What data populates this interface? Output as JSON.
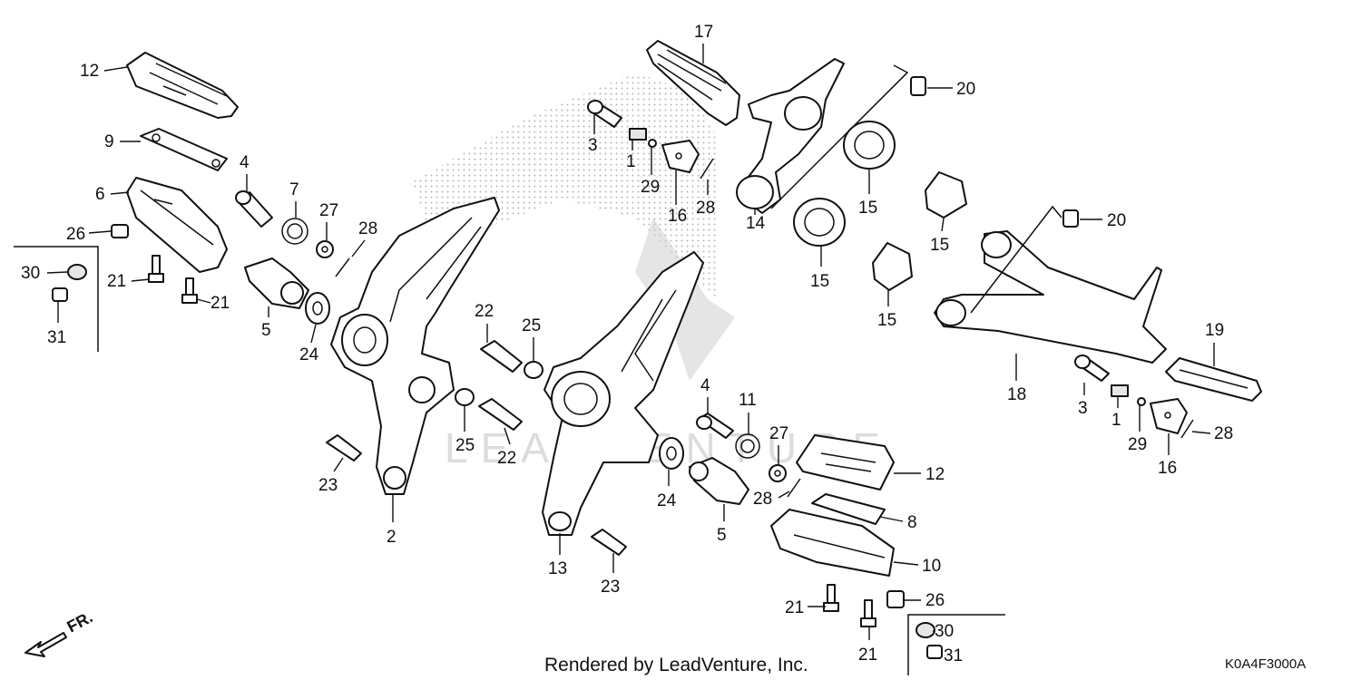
{
  "diagram": {
    "labels": [
      {
        "id": "l12a",
        "text": "12"
      },
      {
        "id": "l9",
        "text": "9"
      },
      {
        "id": "l6",
        "text": "6"
      },
      {
        "id": "l26a",
        "text": "26"
      },
      {
        "id": "l30a",
        "text": "30"
      },
      {
        "id": "l31a",
        "text": "31"
      },
      {
        "id": "l21a",
        "text": "21"
      },
      {
        "id": "l21b",
        "text": "21"
      },
      {
        "id": "l4a",
        "text": "4"
      },
      {
        "id": "l7",
        "text": "7"
      },
      {
        "id": "l27a",
        "text": "27"
      },
      {
        "id": "l28a",
        "text": "28"
      },
      {
        "id": "l5a",
        "text": "5"
      },
      {
        "id": "l24a",
        "text": "24"
      },
      {
        "id": "l2",
        "text": "2"
      },
      {
        "id": "l23a",
        "text": "23"
      },
      {
        "id": "l22a",
        "text": "22"
      },
      {
        "id": "l25a",
        "text": "25"
      },
      {
        "id": "l25b",
        "text": "25"
      },
      {
        "id": "l22b",
        "text": "22"
      },
      {
        "id": "l13",
        "text": "13"
      },
      {
        "id": "l23b",
        "text": "23"
      },
      {
        "id": "l17",
        "text": "17"
      },
      {
        "id": "l3a",
        "text": "3"
      },
      {
        "id": "l1a",
        "text": "1"
      },
      {
        "id": "l29a",
        "text": "29"
      },
      {
        "id": "l16a",
        "text": "16"
      },
      {
        "id": "l28b",
        "text": "28"
      },
      {
        "id": "l14",
        "text": "14"
      },
      {
        "id": "l20a",
        "text": "20"
      },
      {
        "id": "l15a",
        "text": "15"
      },
      {
        "id": "l15b",
        "text": "15"
      },
      {
        "id": "l15c",
        "text": "15"
      },
      {
        "id": "l15d",
        "text": "15"
      },
      {
        "id": "l20b",
        "text": "20"
      },
      {
        "id": "l19",
        "text": "19"
      },
      {
        "id": "l18",
        "text": "18"
      },
      {
        "id": "l3b",
        "text": "3"
      },
      {
        "id": "l1b",
        "text": "1"
      },
      {
        "id": "l29b",
        "text": "29"
      },
      {
        "id": "l16b",
        "text": "16"
      },
      {
        "id": "l28c",
        "text": "28"
      },
      {
        "id": "l4b",
        "text": "4"
      },
      {
        "id": "l11",
        "text": "11"
      },
      {
        "id": "l27b",
        "text": "27"
      },
      {
        "id": "l28d",
        "text": "28"
      },
      {
        "id": "l24b",
        "text": "24"
      },
      {
        "id": "l5b",
        "text": "5"
      },
      {
        "id": "l12b",
        "text": "12"
      },
      {
        "id": "l8",
        "text": "8"
      },
      {
        "id": "l10",
        "text": "10"
      },
      {
        "id": "l21c",
        "text": "21"
      },
      {
        "id": "l26b",
        "text": "26"
      },
      {
        "id": "l30b",
        "text": "30"
      },
      {
        "id": "l31b",
        "text": "31"
      },
      {
        "id": "l21d",
        "text": "21"
      }
    ],
    "front_arrow": "FR.",
    "footer": "Rendered by LeadVenture, Inc.",
    "diagram_code": "K0A4F3000A",
    "watermark_icon": "honda-wing-logo"
  }
}
